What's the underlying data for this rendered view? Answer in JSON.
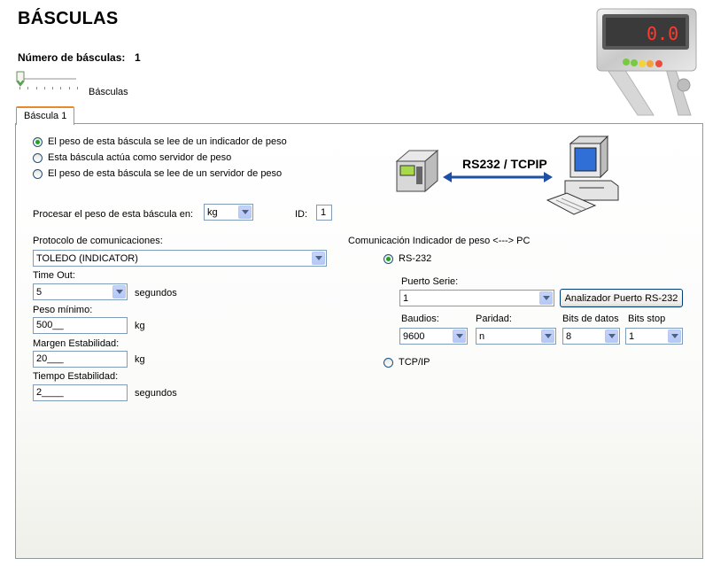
{
  "header": {
    "title": "BÁSCULAS",
    "count_label": "Número de básculas:",
    "count_value": "1",
    "slider_label": "Básculas",
    "slider_value": 1
  },
  "tabs": [
    {
      "label": "Báscula 1"
    }
  ],
  "source": {
    "options": [
      "El peso de esta báscula se lee de un indicador de peso",
      "Esta báscula actúa como servidor de peso",
      "El peso de esta báscula se lee de un servidor de peso"
    ],
    "selected_index": 0
  },
  "diagram": {
    "label": "RS232 / TCPIP"
  },
  "process": {
    "label": "Procesar el peso de esta báscula en:",
    "unit": "kg",
    "id_label": "ID:",
    "id_value": "1"
  },
  "protocol": {
    "label": "Protocolo de comunicaciones:",
    "value": "TOLEDO (INDICATOR)"
  },
  "timeout": {
    "label": "Time Out:",
    "value": "5",
    "unit": "segundos"
  },
  "min_weight": {
    "label": "Peso mínimo:",
    "value": "500__",
    "unit": "kg"
  },
  "stability_margin": {
    "label": "Margen Estabilidad:",
    "value": "20___",
    "unit": "kg"
  },
  "stability_time": {
    "label": "Tiempo Estabilidad:",
    "value": "2____",
    "unit": "segundos"
  },
  "comm": {
    "title": "Comunicación Indicador de peso <---> PC",
    "rs232_label": "RS-232",
    "tcpip_label": "TCP/IP",
    "selected": "RS-232",
    "port_label": "Puerto Serie:",
    "port_value": "1",
    "analyzer_button": "Analizador Puerto RS-232",
    "baud_label": "Baudios:",
    "baud_value": "9600",
    "parity_label": "Paridad:",
    "parity_value": "n",
    "databits_label": "Bits de datos",
    "databits_value": "8",
    "stopbits_label": "Bits stop",
    "stopbits_value": "1"
  },
  "colors": {
    "accent_tab": "#e68b2c",
    "input_border": "#7f9db9",
    "radio_dot": "#21a121",
    "arrow_blue": "#1f4fa3"
  }
}
